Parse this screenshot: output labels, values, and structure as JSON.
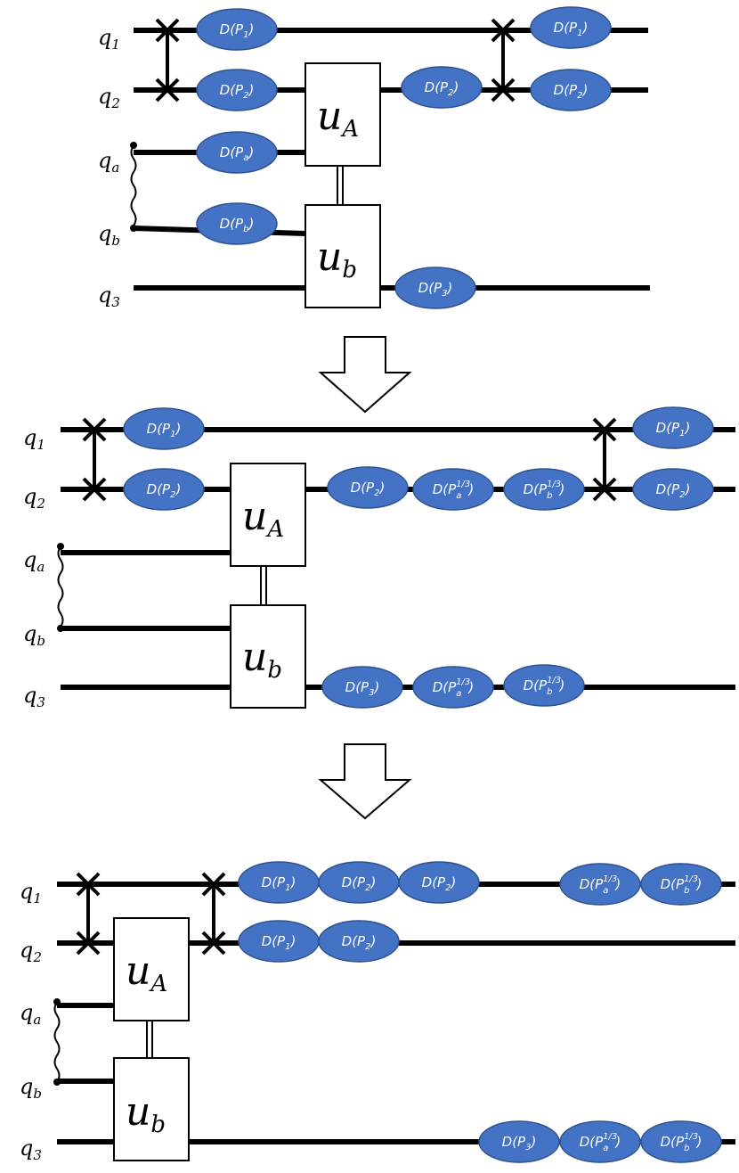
{
  "colors": {
    "gate_fill": "#4472C4",
    "gate_stroke": "#2F528F",
    "wire": "#000000",
    "gate_text": "#ffffff"
  },
  "panels": [
    {
      "qubit_labels": {
        "q1": "q",
        "q1_sub": "1",
        "q2": "q",
        "q2_sub": "2",
        "qa": "q",
        "qa_sub": "a",
        "qb": "q",
        "qb_sub": "b",
        "q3": "q",
        "q3_sub": "3"
      },
      "unitaries": [
        {
          "main": "u",
          "sub": "A"
        },
        {
          "main": "u",
          "sub": "b"
        }
      ],
      "gates": [
        {
          "wire": "q1",
          "base": "D(P",
          "sub": "1",
          "sup": "",
          "close": ")"
        },
        {
          "wire": "q2",
          "base": "D(P",
          "sub": "2",
          "sup": "",
          "close": ")"
        },
        {
          "wire": "qa",
          "base": "D(P",
          "sub": "a",
          "sup": "",
          "close": ")"
        },
        {
          "wire": "qb",
          "base": "D(P",
          "sub": "b",
          "sup": "",
          "close": ")"
        },
        {
          "wire": "q2",
          "base": "D(P",
          "sub": "2",
          "sup": "",
          "close": ")"
        },
        {
          "wire": "q3",
          "base": "D(P",
          "sub": "3",
          "sup": "",
          "close": ")"
        },
        {
          "wire": "q1",
          "base": "D(P",
          "sub": "1",
          "sup": "",
          "close": ")"
        },
        {
          "wire": "q2",
          "base": "D(P",
          "sub": "2",
          "sup": "",
          "close": ")"
        }
      ]
    },
    {
      "qubit_labels": {
        "q1": "q",
        "q1_sub": "1",
        "q2": "q",
        "q2_sub": "2",
        "qa": "q",
        "qa_sub": "a",
        "qb": "q",
        "qb_sub": "b",
        "q3": "q",
        "q3_sub": "3"
      },
      "unitaries": [
        {
          "main": "u",
          "sub": "A"
        },
        {
          "main": "u",
          "sub": "b"
        }
      ],
      "gates": [
        {
          "wire": "q1",
          "base": "D(P",
          "sub": "1",
          "sup": "",
          "close": ")"
        },
        {
          "wire": "q2",
          "base": "D(P",
          "sub": "2",
          "sup": "",
          "close": ")"
        },
        {
          "wire": "q2",
          "base": "D(P",
          "sub": "2",
          "sup": "",
          "close": ")"
        },
        {
          "wire": "q2",
          "base": "D(P",
          "sub": "a",
          "sup": "1/3",
          "close": ")"
        },
        {
          "wire": "q2",
          "base": "D(P",
          "sub": "b",
          "sup": "1/3",
          "close": ")"
        },
        {
          "wire": "q1",
          "base": "D(P",
          "sub": "1",
          "sup": "",
          "close": ")"
        },
        {
          "wire": "q2",
          "base": "D(P",
          "sub": "2",
          "sup": "",
          "close": ")"
        },
        {
          "wire": "q3",
          "base": "D(P",
          "sub": "3",
          "sup": "",
          "close": ")"
        },
        {
          "wire": "q3",
          "base": "D(P",
          "sub": "a",
          "sup": "1/3",
          "close": ")"
        },
        {
          "wire": "q3",
          "base": "D(P",
          "sub": "b",
          "sup": "1/3",
          "close": ")"
        }
      ]
    },
    {
      "qubit_labels": {
        "q1": "q",
        "q1_sub": "1",
        "q2": "q",
        "q2_sub": "2",
        "qa": "q",
        "qa_sub": "a",
        "qb": "q",
        "qb_sub": "b",
        "q3": "q",
        "q3_sub": "3"
      },
      "unitaries": [
        {
          "main": "u",
          "sub": "A"
        },
        {
          "main": "u",
          "sub": "b"
        }
      ],
      "gates": [
        {
          "wire": "q1",
          "base": "D(P",
          "sub": "1",
          "sup": "",
          "close": ")"
        },
        {
          "wire": "q1",
          "base": "D(P",
          "sub": "2",
          "sup": "",
          "close": ")"
        },
        {
          "wire": "q1",
          "base": "D(P",
          "sub": "2",
          "sup": "",
          "close": ")"
        },
        {
          "wire": "q1",
          "base": "D(P",
          "sub": "a",
          "sup": "1/3",
          "close": ")"
        },
        {
          "wire": "q1",
          "base": "D(P",
          "sub": "b",
          "sup": "1/3",
          "close": ")"
        },
        {
          "wire": "q2",
          "base": "D(P",
          "sub": "1",
          "sup": "",
          "close": ")"
        },
        {
          "wire": "q2",
          "base": "D(P",
          "sub": "2",
          "sup": "",
          "close": ")"
        },
        {
          "wire": "q3",
          "base": "D(P",
          "sub": "3",
          "sup": "",
          "close": ")"
        },
        {
          "wire": "q3",
          "base": "D(P",
          "sub": "a",
          "sup": "1/3",
          "close": ")"
        },
        {
          "wire": "q3",
          "base": "D(P",
          "sub": "b",
          "sup": "1/3",
          "close": ")"
        }
      ]
    }
  ]
}
